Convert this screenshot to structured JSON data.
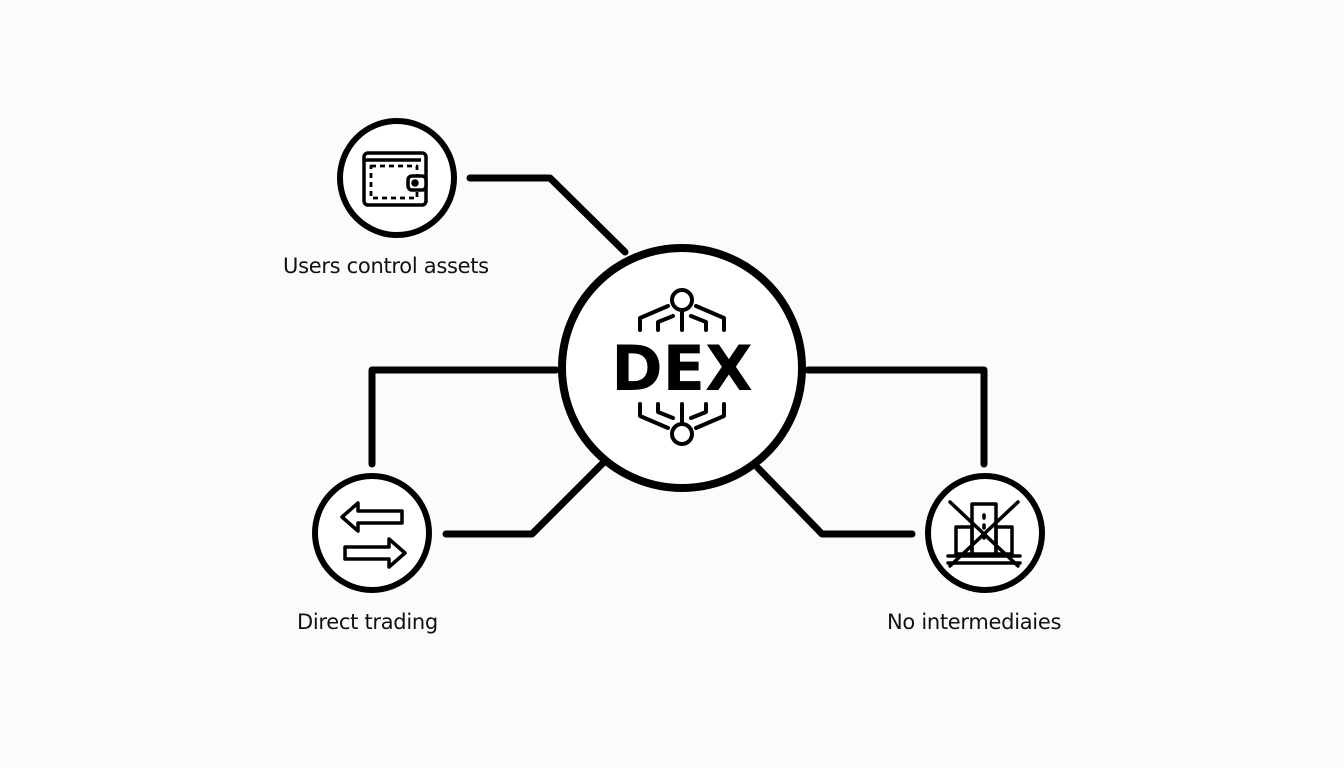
{
  "diagram": {
    "type": "hub-and-spoke",
    "background": "#fbfbfa",
    "stroke_color": "#000000",
    "hub": {
      "label": "DEX",
      "icon": "network-node-icon"
    },
    "nodes": [
      {
        "id": "users-control-assets",
        "label": "Users control assets",
        "icon": "wallet-icon",
        "position": "top-left"
      },
      {
        "id": "direct-trading",
        "label": "Direct trading",
        "icon": "swap-arrows-icon",
        "position": "bottom-left"
      },
      {
        "id": "no-intermediaries",
        "label": "No intermediaies",
        "icon": "no-buildings-icon",
        "position": "bottom-right"
      }
    ],
    "connectors": [
      {
        "from": "hub",
        "to": "users-control-assets"
      },
      {
        "from": "hub",
        "to": "direct-trading"
      },
      {
        "from": "hub",
        "to": "direct-trading",
        "route": "left-elbow"
      },
      {
        "from": "hub",
        "to": "no-intermediaries"
      },
      {
        "from": "hub",
        "to": "no-intermediaries",
        "route": "right-elbow"
      }
    ]
  }
}
